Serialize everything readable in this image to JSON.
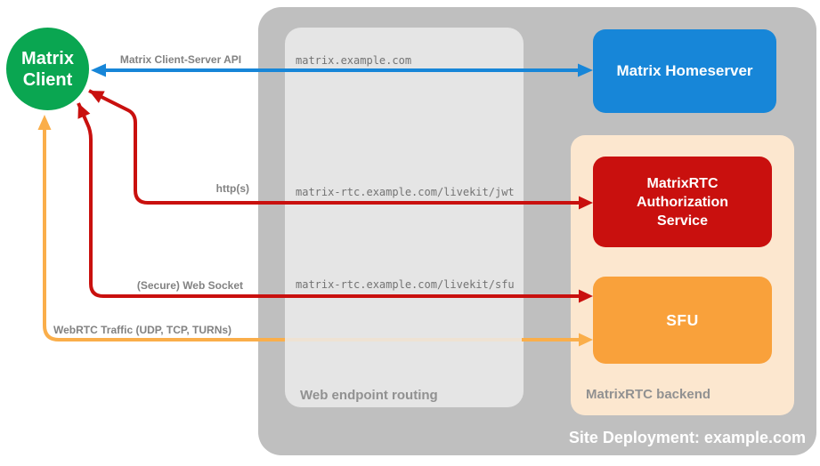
{
  "diagram_title": "Site Deployment: example.com",
  "client": {
    "line1": "Matrix",
    "line2": "Client",
    "color": "#0AA651"
  },
  "homeserver": {
    "label": "Matrix Homeserver",
    "color": "#1786D8"
  },
  "auth": {
    "line1": "MatrixRTC",
    "line2": "Authorization",
    "line3": "Service",
    "color": "#C9100E"
  },
  "sfu": {
    "label": "SFU",
    "color": "#F9A13B"
  },
  "routing": {
    "label": "Web endpoint routing",
    "endpoints": {
      "homeserver": "matrix.example.com",
      "jwt": "matrix-rtc.example.com/livekit/jwt",
      "sfu": "matrix-rtc.example.com/livekit/sfu"
    }
  },
  "backend": {
    "label": "MatrixRTC backend",
    "color": "#FCE7CF"
  },
  "edges": {
    "client_server_api": {
      "label": "Matrix Client-Server API",
      "color": "#1786D8",
      "bidirectional": true
    },
    "https": {
      "label": "http(s)",
      "color": "#C9100E",
      "bidirectional": true
    },
    "websocket": {
      "label": "(Secure) Web Socket",
      "color": "#C9100E",
      "bidirectional": true
    },
    "webrtc": {
      "label": "WebRTC Traffic (UDP, TCP, TURNs)",
      "color": "#FAAE4A",
      "bidirectional": true
    }
  },
  "colors": {
    "outer_container": "#BFBFBF",
    "routing_box": "#E4E4E4",
    "backend_box": "#FCE7CF",
    "background": "#FFFFFF"
  }
}
